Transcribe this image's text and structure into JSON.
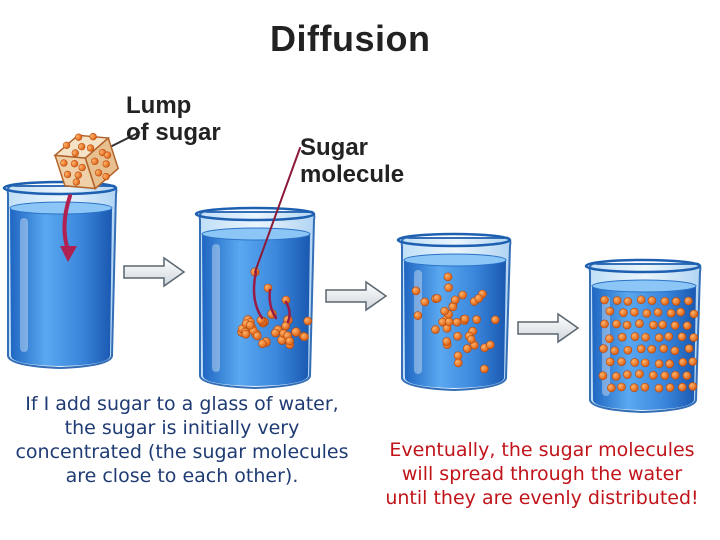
{
  "title": "Diffusion",
  "labels": {
    "lump": [
      "Lump",
      "of sugar"
    ],
    "molecule": [
      "Sugar",
      "molecule"
    ]
  },
  "captions": {
    "left": [
      "If I add sugar to a glass of water,",
      "the sugar is initially very",
      "concentrated (the sugar molecules",
      "are close to each other)."
    ],
    "right": [
      "Eventually, the sugar molecules",
      "will spread through the water",
      "until they are evenly distributed!"
    ]
  },
  "colors": {
    "water": "#3e8fe0",
    "glass_edge": "#1d5fb0",
    "sugar": "#e8701e",
    "arrow": "#b02050",
    "caption_left": "#1f3b73",
    "caption_right": "#c0141a"
  },
  "icons": [
    "sugar-cube-icon",
    "beaker-icon",
    "right-arrow-icon",
    "drop-arrow-icon"
  ]
}
